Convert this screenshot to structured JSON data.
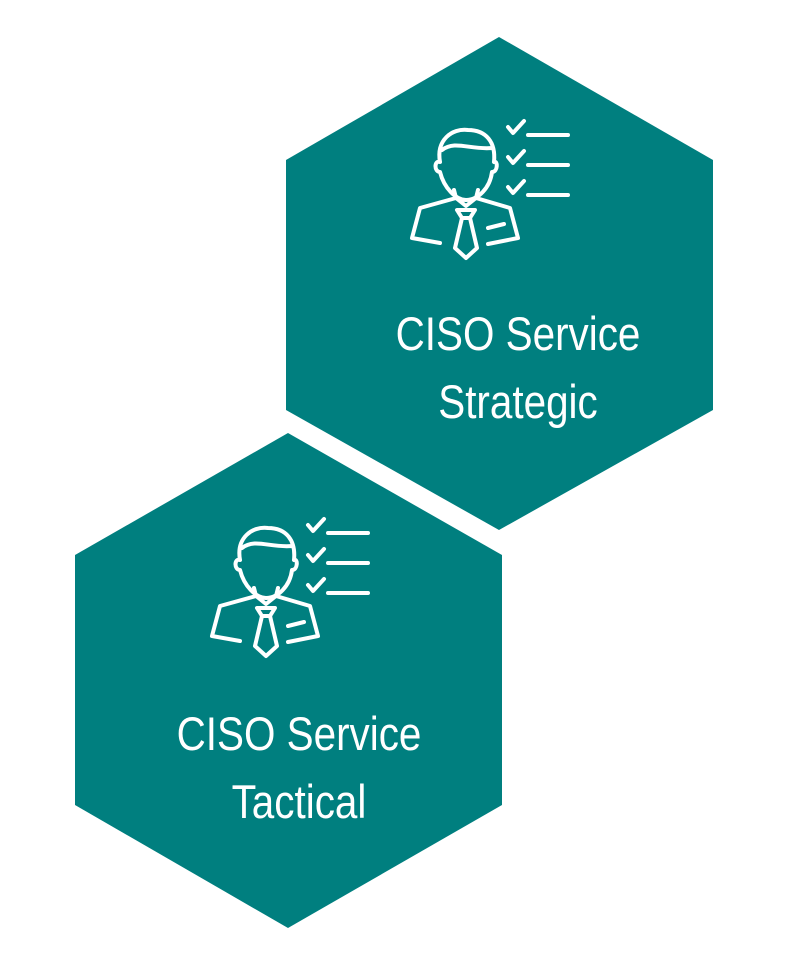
{
  "colors": {
    "hexagon": "#007F7F",
    "foreground": "#FFFFFF"
  },
  "cards": [
    {
      "line1": "CISO Service",
      "line2": "Strategic",
      "icon": "consultant-checklist-icon"
    },
    {
      "line1": "CISO Service",
      "line2": "Tactical",
      "icon": "consultant-checklist-icon"
    }
  ]
}
